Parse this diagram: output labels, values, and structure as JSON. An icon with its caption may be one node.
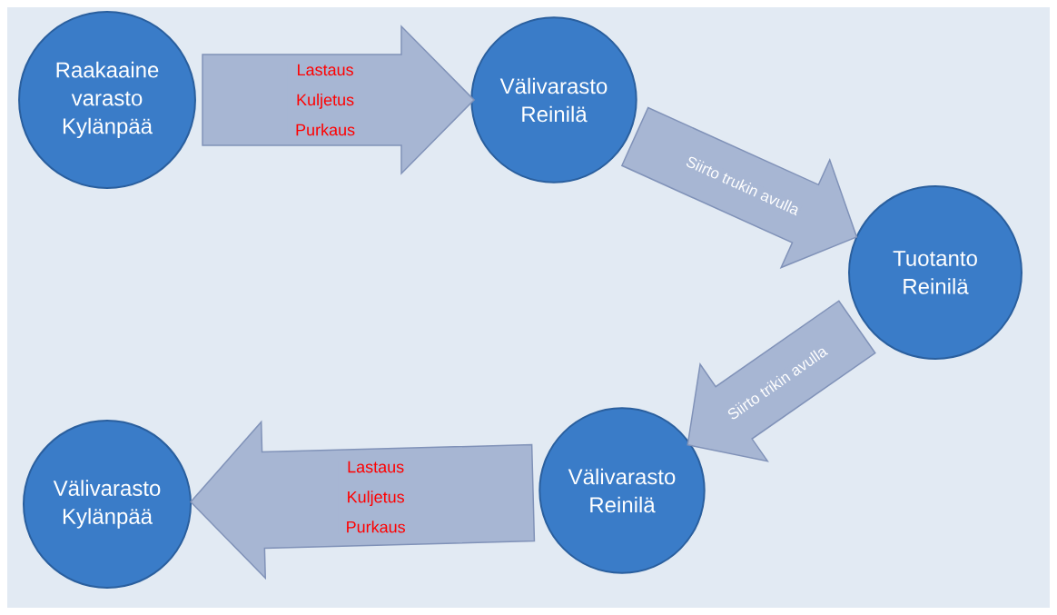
{
  "diagram": {
    "nodes": [
      {
        "text": [
          "Raakaaine varasto Kylänpää"
        ]
      },
      {
        "text": [
          "Välivarasto Reinilä"
        ]
      },
      {
        "text": [
          "Tuotanto Reinilä"
        ]
      },
      {
        "text": [
          "Välivarasto Reinilä"
        ]
      },
      {
        "text": [
          "Välivarasto Kylänpää"
        ]
      }
    ],
    "edges": [
      {
        "from": 0,
        "to": 1,
        "arrow": "to",
        "label": "Lastaus Kuljetus Purkaus"
      },
      {
        "from": 1,
        "to": 2,
        "arrow": "to",
        "label": "Siirto trukin avulla"
      },
      {
        "from": 2,
        "to": 3,
        "arrow": "to",
        "label": "Siirto trikin avulla"
      },
      {
        "from": 3,
        "to": 4,
        "arrow": "to",
        "label": "Lastaus Kuljetus Purkaus"
      }
    ]
  }
}
